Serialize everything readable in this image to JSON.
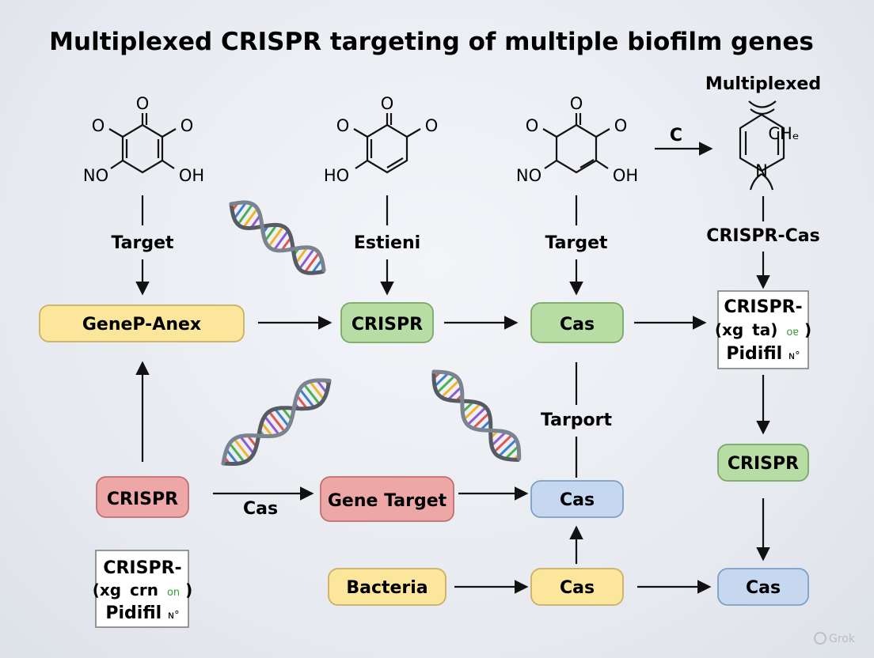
{
  "title": "Multiplexed CRISPR targeting of multiple biofilm genes",
  "watermark": "Grok",
  "colors": {
    "yellow": "#fbe69b",
    "green": "#b7dca4",
    "red": "#eea7a7",
    "blue": "#c5d8ef",
    "white": "#ffffff"
  },
  "nodes": {
    "gene_annex": "GeneP-Anex",
    "crispr_top": "CRISPR",
    "cas_top": "Cas",
    "crispr_red": "CRISPR",
    "gene_target": "Gene Target",
    "cas_blue_mid": "Cas",
    "bacteria": "Bacteria",
    "cas_yellow": "Cas",
    "cas_blue_bottom": "Cas",
    "crispr_green_right": "CRISPR"
  },
  "card_right": {
    "line1": "CRISPR-",
    "line2a": "(xg",
    "line2b": "ta)",
    "line2c": "ᴏɐ",
    "line2d": ")",
    "line3a": "Pidifil",
    "line3b": "ɴ°"
  },
  "card_left": {
    "line1": "CRISPR-",
    "line2a": "(xg",
    "line2b": "crn",
    "line2c": "ᴏn",
    "line2d": ")",
    "line3a": "Pidifil",
    "line3b": "ɴ°"
  },
  "labels": {
    "target_1": "Target",
    "estieni": "Estieni",
    "target_2": "Target",
    "multiplexed": "Multiplexed",
    "crispr_cas": "CRISPR-Cas",
    "c_arrow": "C",
    "tarport": "Tarport",
    "cas_arrow": "Cas"
  },
  "molecules": {
    "m1": {
      "top": "O",
      "left": "O",
      "right": "O",
      "bl": "NO",
      "br": "OH"
    },
    "m2": {
      "top": "O",
      "left": "O",
      "right": "O",
      "bl": "HO"
    },
    "m3": {
      "top": "O",
      "left": "O",
      "right": "O",
      "bl": "NO",
      "br": "OH"
    },
    "m4": {
      "ch": "CHₑ",
      "n": "N"
    }
  }
}
